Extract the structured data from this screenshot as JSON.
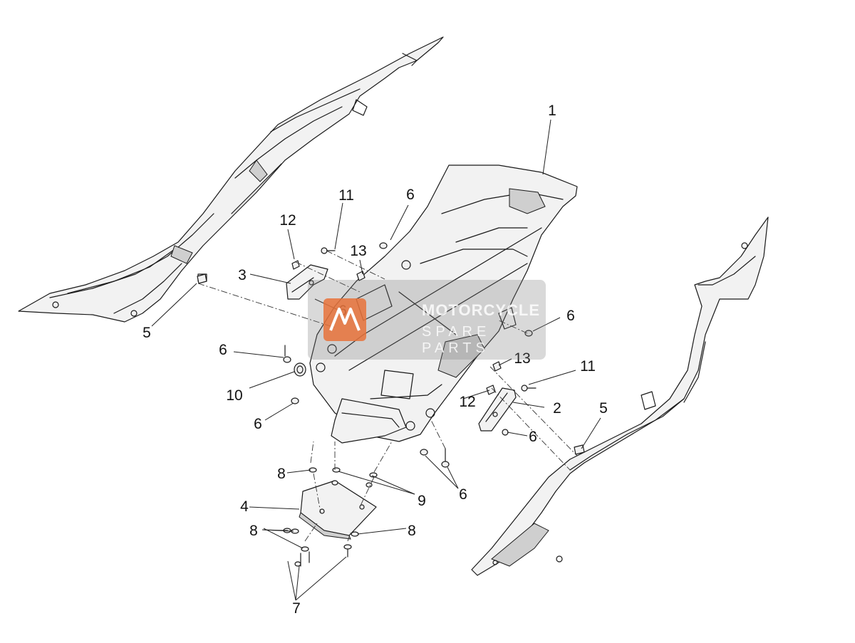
{
  "callouts": [
    {
      "label": "1"
    },
    {
      "label": "11"
    },
    {
      "label": "6"
    },
    {
      "label": "12"
    },
    {
      "label": "13"
    },
    {
      "label": "3"
    },
    {
      "label": "6"
    },
    {
      "label": "5"
    },
    {
      "label": "6"
    },
    {
      "label": "6"
    },
    {
      "label": "13"
    },
    {
      "label": "11"
    },
    {
      "label": "10"
    },
    {
      "label": "12"
    },
    {
      "label": "2"
    },
    {
      "label": "6"
    },
    {
      "label": "5"
    },
    {
      "label": "6"
    },
    {
      "label": "8"
    },
    {
      "label": "9"
    },
    {
      "label": "6"
    },
    {
      "label": "4"
    },
    {
      "label": "8"
    },
    {
      "label": "8"
    },
    {
      "label": "7"
    }
  ],
  "watermark": {
    "line1": "MOTORCYCLE",
    "line2": "SPARE PARTS",
    "accent_color": "#e8723a"
  }
}
